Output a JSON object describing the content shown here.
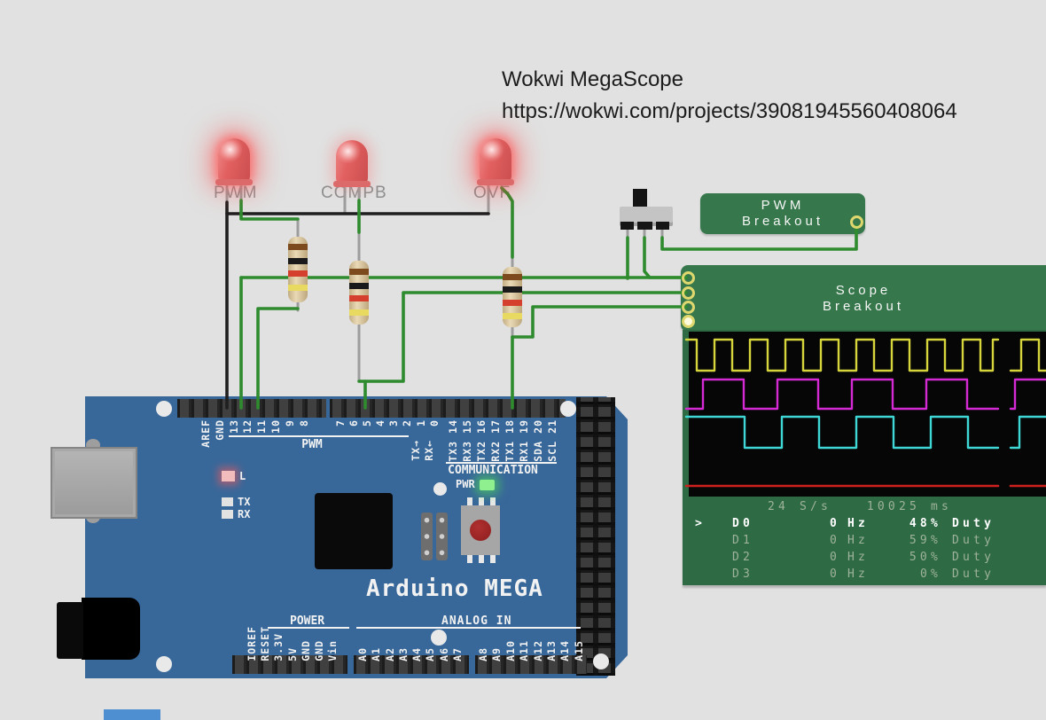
{
  "note": {
    "title": "Wokwi MegaScope",
    "url": "https://wokwi.com/projects/39081945560408064"
  },
  "led_labels": [
    "PWM",
    "COMPB",
    "OVF"
  ],
  "pwm_breakout": {
    "line1": "PWM",
    "line2": "Breakout"
  },
  "scope_breakout": {
    "line1": "Scope",
    "line2": "Breakout"
  },
  "scope": {
    "header": {
      "rate": "24",
      "rate_unit": "S/s",
      "time": "10025",
      "time_unit": "ms"
    },
    "cursor": ">",
    "channels": [
      {
        "name": "D0",
        "freq": "0",
        "freq_unit": "Hz",
        "duty": "48%",
        "duty_label": "Duty"
      },
      {
        "name": "D1",
        "freq": "0",
        "freq_unit": "Hz",
        "duty": "59%",
        "duty_label": "Duty"
      },
      {
        "name": "D2",
        "freq": "0",
        "freq_unit": "Hz",
        "duty": "50%",
        "duty_label": "Duty"
      },
      {
        "name": "D3",
        "freq": "0",
        "freq_unit": "Hz",
        "duty": "0%",
        "duty_label": "Duty"
      }
    ]
  },
  "arduino": {
    "board_name": "Arduino MEGA",
    "digital_labels": [
      "AREF",
      "GND",
      "13",
      "12",
      "11",
      "10",
      "9",
      "8"
    ],
    "digital_labels_2": [
      "7",
      "6",
      "5",
      "4",
      "3",
      "2",
      "1",
      "0"
    ],
    "serial_labels": [
      "TX→",
      "RX←"
    ],
    "pwm_section": "PWM",
    "comm_numbers": [
      "14",
      "15",
      "16",
      "17",
      "18",
      "19",
      "20",
      "21"
    ],
    "comm_names": [
      "TX3",
      "RX3",
      "TX2",
      "RX2",
      "TX1",
      "RX1",
      "SDA",
      "SCL"
    ],
    "comm_section": "COMMUNICATION",
    "led_l": "L",
    "led_tx": "TX",
    "led_rx": "RX",
    "pwr_label": "PWR",
    "power_section": "POWER",
    "power_labels": [
      "IOREF",
      "RESET",
      "3.3V",
      "5V",
      "GND",
      "GND",
      "Vin"
    ],
    "analog_section": "ANALOG IN",
    "analog_labels_1": [
      "A0",
      "A1",
      "A2",
      "A3",
      "A4",
      "A5",
      "A6",
      "A7"
    ],
    "analog_labels_2": [
      "A8",
      "A9",
      "A10",
      "A11",
      "A12",
      "A13",
      "A14",
      "A15"
    ]
  },
  "colors": {
    "wire_green": "#2e8b2e",
    "wire_black": "#1f1f1f",
    "lead_gray": "#9d9d9d",
    "trace_yellow": "#d6d63c",
    "trace_magenta": "#d42ad4",
    "trace_cyan": "#3fd6d6",
    "trace_red": "#cf2020",
    "board_green": "#36784c",
    "scope_green": "#2e6b45",
    "arduino_blue": "#38689a"
  },
  "svg_layers": [
    {
      "class": "wire-gray",
      "name": "component-lead",
      "items": [
        "256,203 256,232",
        "272,203 272,226",
        "389,203 389,240",
        "405,203 405,226",
        "551,203 551,240",
        "566,202 566,212",
        "336,247 336,270",
        "336,338 336,350",
        "405,260 405,297",
        "405,363 405,430",
        "578,286 578,305",
        "578,365 578,382",
        "708,254 708,270",
        "727,254 727,270",
        "747,254 747,270"
      ]
    },
    {
      "class": "wire-black",
      "name": "gnd-wire",
      "items": [
        "256,228 256,460",
        "256,241 551,241"
      ]
    },
    {
      "class": "wire-green",
      "name": "signal-wire",
      "items": [
        "272,226 272,247 336,247",
        "336,348 291,348 291,460",
        "405,226 405,262",
        "272,313 272,460",
        "272,313 774,313",
        "708,268 708,314",
        "727,268 727,306 733,313 774,313",
        "774,330 455,330 455,430 405,430",
        "412,430 412,460",
        "774,346 601,346 601,380 578,380",
        "578,380 578,460",
        "566,212 573,219 578,227 578,290",
        "747,268 747,281 966,281 966,255"
      ]
    },
    {
      "class": "trace-yellow",
      "name": "scope-trace-d0",
      "items": [
        "774,383 786,383 786,418 806,418 806,383 826,383 826,418 846,418 846,383 866,383 866,418 886,418 886,383 906,383 906,418 926,418 926,383 946,383 946,418 966,418 966,383 986,383 986,418 1006,418 1006,383 1026,383 1026,418 1046,418 1046,383 1066,383 1066,418 1086,418 1086,383 1106,383 1106,418 1120,418 1120,383 1126,383",
        "1140,418 1152,418 1152,383 1172,383 1172,418 1180,418"
      ]
    },
    {
      "class": "trace-magenta",
      "name": "scope-trace-d1",
      "items": [
        "774,461 793,461 793,428 839,428 839,461 877,461 877,428 923,428 923,461 961,461 961,428 1007,428 1007,461 1045,461 1045,428 1091,428 1091,461 1126,461",
        "1140,461 1145,461 1145,428 1180,428"
      ]
    },
    {
      "class": "trace-cyan",
      "name": "scope-trace-d2",
      "items": [
        "774,470 840,470 840,505 882,505 882,470 924,470 924,505 966,505 966,470 1008,470 1008,505 1050,505 1050,470 1092,470 1092,505 1126,505",
        "1140,505 1150,505 1150,470 1180,470"
      ]
    },
    {
      "class": "trace-red",
      "name": "scope-trace-d3",
      "items": [
        "774,548 1126,548",
        "1140,548 1180,548"
      ]
    }
  ]
}
